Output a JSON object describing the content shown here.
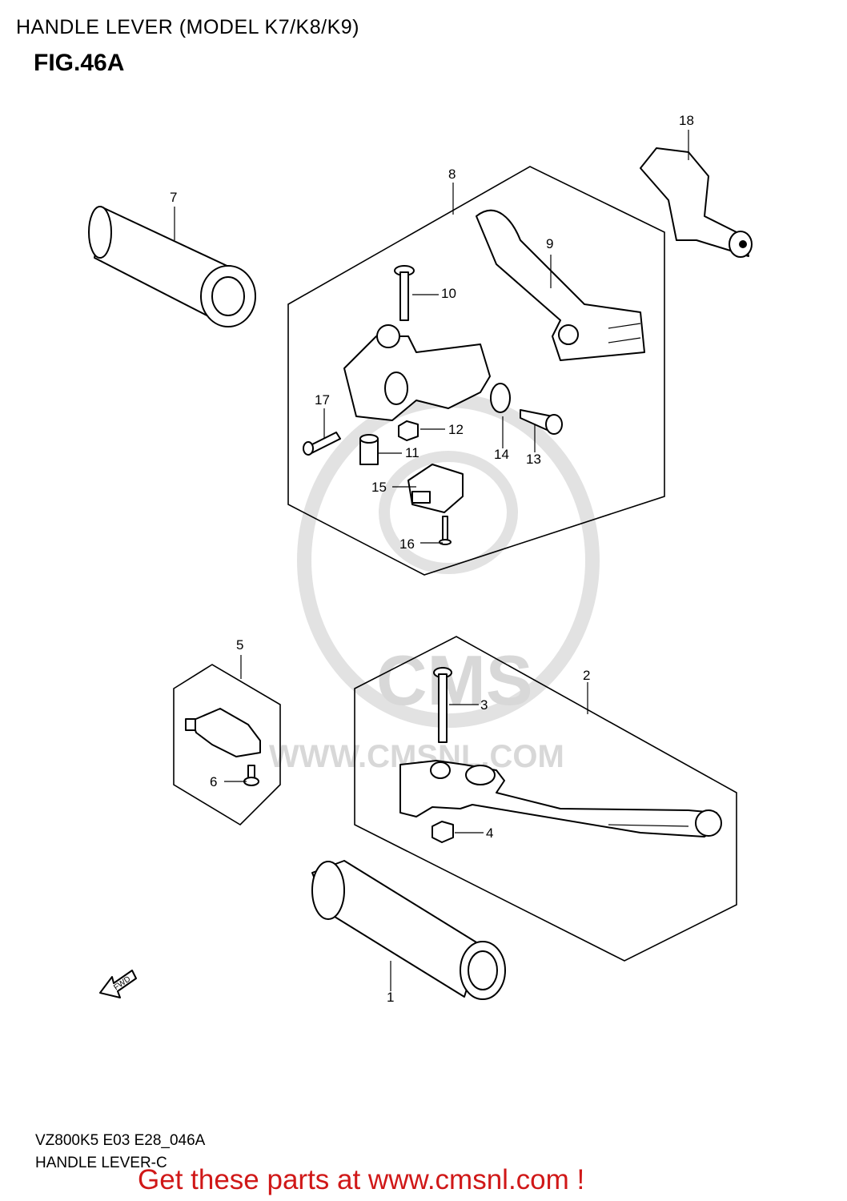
{
  "header": {
    "title": "HANDLE LEVER (MODEL K7/K8/K9)",
    "figure": "FIG.46A"
  },
  "watermark": {
    "brand": "CMS",
    "url": "WWW.CMSNL.COM"
  },
  "direction_label": "FWD",
  "callouts": [
    "1",
    "2",
    "3",
    "4",
    "5",
    "6",
    "7",
    "8",
    "9",
    "10",
    "11",
    "12",
    "13",
    "14",
    "15",
    "16",
    "17",
    "18"
  ],
  "footer": {
    "code": "VZ800K5 E03 E28_046A",
    "caption": "HANDLE LEVER-C",
    "cta": "Get these parts at www.cmsnl.com !"
  },
  "colors": {
    "cta": "#d01818",
    "watermark": "#dcdcdc"
  }
}
